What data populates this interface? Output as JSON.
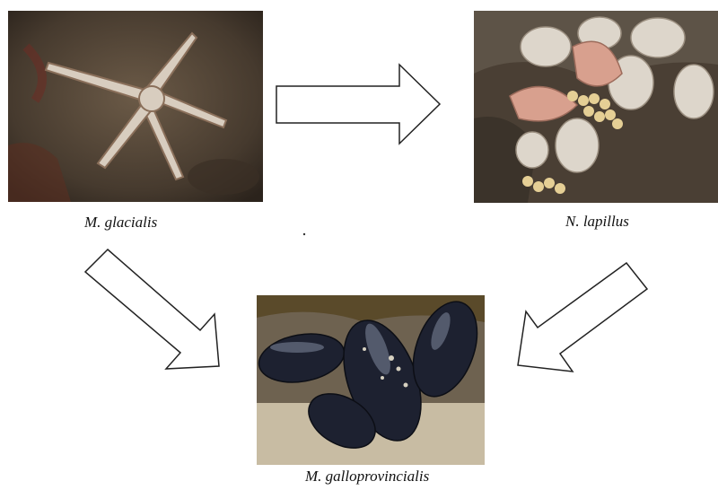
{
  "species": {
    "starfish": "M. glacialis",
    "whelk": "N. lapillus",
    "mussel": "M. galloprovincialis"
  },
  "colors": {
    "arrow_stroke": "#222222",
    "arrow_fill": "#ffffff"
  }
}
